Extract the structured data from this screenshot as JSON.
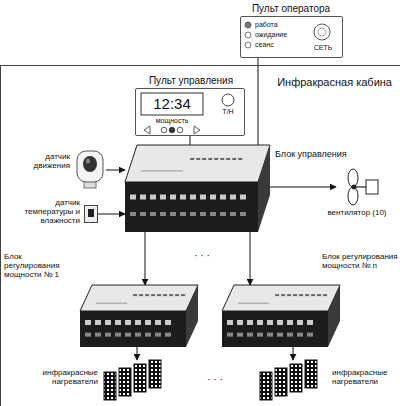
{
  "diagram": {
    "nodes": [
      {
        "text": [
          "Пульт оператора",
          "работа",
          "ожидание",
          "сеанс",
          "СЕТЬ"
        ]
      },
      {
        "text": [
          "Инфракрасная кабина"
        ]
      },
      {
        "text": [
          "Пульт управления",
          "12:34",
          "Т/Н",
          "мощность"
        ],
        "in": 1
      },
      {
        "text": [
          "Блок управления"
        ],
        "in": 1
      },
      {
        "text": [
          "датчик движения"
        ],
        "in": 1
      },
      {
        "text": [
          "датчик температуры и влажности"
        ],
        "in": 1
      },
      {
        "text": [
          "вентилятор (10)"
        ],
        "in": 1
      },
      {
        "text": [
          "Блок регулирования мощности № 1"
        ],
        "in": 1
      },
      {
        "text": [
          "Блок регулирования мощности № n"
        ],
        "in": 1
      },
      {
        "text": [
          "инфракрасные нагреватели"
        ],
        "in": 1
      },
      {
        "text": [
          "инфракрасные нагреватели"
        ],
        "in": 1
      }
    ],
    "edges": [
      {
        "from": 0,
        "to": 3,
        "arrow": "none"
      },
      {
        "from": 2,
        "to": 3,
        "arrow": "none"
      },
      {
        "from": 4,
        "to": 3,
        "arrow": "to"
      },
      {
        "from": 5,
        "to": 3,
        "arrow": "to"
      },
      {
        "from": 3,
        "to": 6,
        "arrow": "to"
      },
      {
        "from": 3,
        "to": 7,
        "arrow": "to"
      },
      {
        "from": 3,
        "to": 8,
        "arrow": "to"
      },
      {
        "from": 7,
        "to": 9,
        "arrow": "to"
      },
      {
        "from": 8,
        "to": 10,
        "arrow": "to"
      }
    ],
    "labels": [
      "· · ·",
      "· · ·"
    ]
  }
}
